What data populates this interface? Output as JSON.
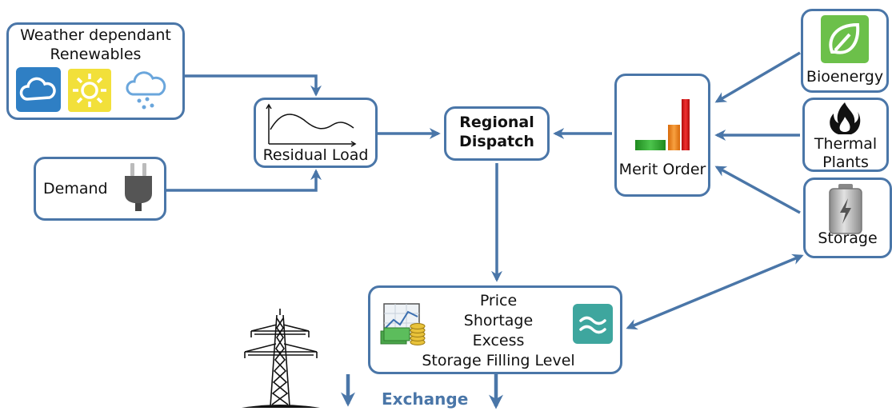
{
  "nodes": {
    "renewables": {
      "label_line1": "Weather dependant",
      "label_line2": "Renewables"
    },
    "demand": {
      "label": "Demand"
    },
    "residual_load": {
      "label": "Residual Load"
    },
    "regional_dispatch": {
      "label_line1": "Regional",
      "label_line2": "Dispatch"
    },
    "merit_order": {
      "label": "Merit Order"
    },
    "bioenergy": {
      "label": "Bioenergy"
    },
    "thermal_plants": {
      "label_line1": "Thermal",
      "label_line2": "Plants"
    },
    "storage": {
      "label": "Storage"
    },
    "results": {
      "lines": [
        "Price",
        "Shortage",
        "Excess",
        "Storage Filling Level"
      ]
    }
  },
  "exchange_label": "Exchange",
  "icons": [
    "cloud-icon",
    "sun-icon",
    "rain-cloud-icon",
    "power-plug-icon",
    "load-curve-icon",
    "merit-order-bars-icon",
    "leaf-icon",
    "flame-icon",
    "battery-icon",
    "money-chart-icon",
    "approx-icon",
    "transmission-tower-icon"
  ],
  "colors": {
    "accent": "#4a76a8",
    "leaf": "#6cc04a",
    "cloud": "#2f7fc4",
    "sun": "#f2e03a",
    "approx": "#3ea69e",
    "bar_green": "#2fa82f",
    "bar_orange": "#f08a1e",
    "bar_red": "#d81818"
  }
}
